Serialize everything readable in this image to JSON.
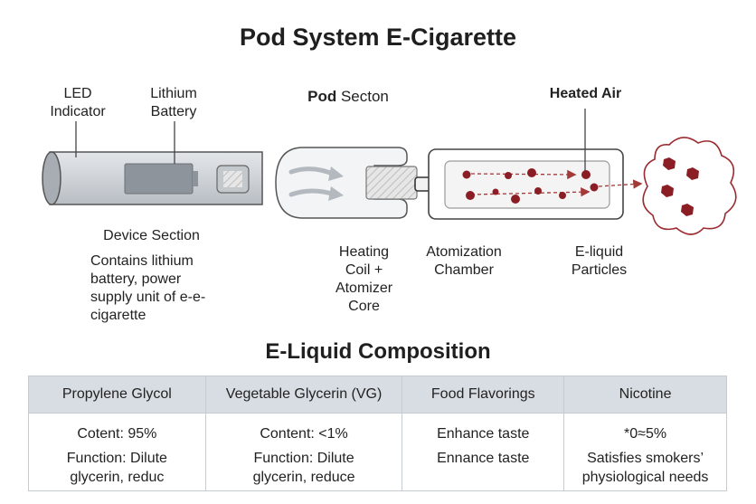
{
  "title": "Pod System E-Cigarette",
  "labels": {
    "led": [
      "LED",
      "Indicator"
    ],
    "battery": [
      "Lithium",
      "Battery"
    ],
    "pod_section_bold": "Pod",
    "pod_section_rest": " Secton",
    "heated_air": "Heated Air",
    "device_section": "Device Section",
    "device_desc": [
      "Contains lithium",
      "battery, power",
      "supply unit of e-e-",
      "cigarette"
    ],
    "heating_coil": [
      "Heating",
      "Coil +",
      "Atomizer",
      "Core"
    ],
    "atomization": [
      "Atomization",
      "Chamber"
    ],
    "eliquid": [
      "E-liquid",
      "Particles"
    ]
  },
  "colors": {
    "particle": "#8b1e24",
    "arrow_red": "#a33a3a",
    "battery_body": "#8e949b",
    "device_body": "#cdd2d7"
  },
  "table": {
    "title": "E-Liquid Composition",
    "headers": [
      "Propylene Glycol",
      "Vegetable Glycerin (VG)",
      "Food Flavorings",
      "Nicotine"
    ],
    "row1": [
      "Cotent: 95%",
      "Content: <1%",
      "Enhance taste",
      "*0≈5%"
    ],
    "row2": [
      [
        "Function: Dilute",
        "glycerin, reduc"
      ],
      [
        "Function: Dilute",
        "glycerin, reduce"
      ],
      [
        "Ennance taste",
        ""
      ],
      [
        "Satisfies smokers’",
        "physiological needs"
      ]
    ]
  }
}
